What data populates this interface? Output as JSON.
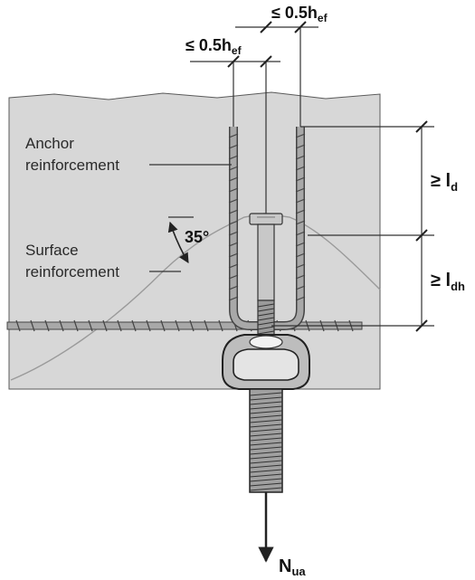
{
  "labels": {
    "anchor_reinforcement_line1": "Anchor",
    "anchor_reinforcement_line2": "reinforcement",
    "surface_reinforcement_line1": "Surface",
    "surface_reinforcement_line2": "reinforcement",
    "angle": "35°",
    "spacing_left_prefix": "≤ 0.5h",
    "spacing_left_sub": "ef",
    "spacing_right_prefix": "≤ 0.5h",
    "spacing_right_sub": "ef",
    "dev_length_prefix": "≥ l",
    "dev_length_sub": "d",
    "hook_length_prefix": "≥ l",
    "hook_length_sub": "dh",
    "load_prefix": "N",
    "load_sub": "ua"
  },
  "colors": {
    "concrete": "#d7d7d7",
    "line": "#4a4a4a",
    "rebar": "#9a9a9a",
    "steel": "#bdbdbd"
  }
}
